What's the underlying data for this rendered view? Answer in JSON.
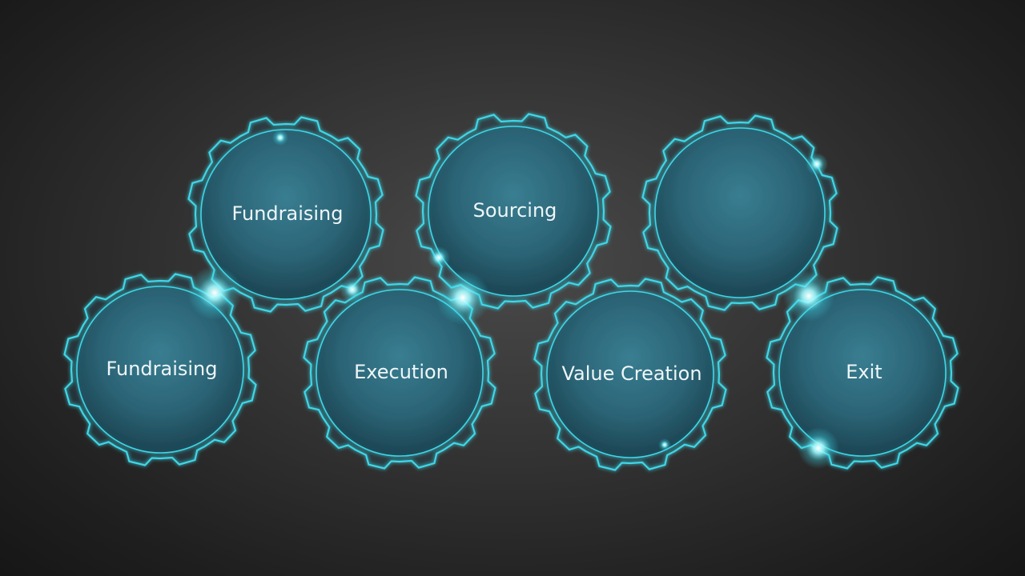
{
  "diagram": {
    "gears": [
      {
        "id": "gear-fundraising-top",
        "label": "Fundraising"
      },
      {
        "id": "gear-sourcing",
        "label": "Sourcing"
      },
      {
        "id": "gear-blank",
        "label": ""
      },
      {
        "id": "gear-fundraising-bottom",
        "label": "Fundraising"
      },
      {
        "id": "gear-execution",
        "label": "Execution"
      },
      {
        "id": "gear-value-creation",
        "label": "Value Creation"
      },
      {
        "id": "gear-exit",
        "label": "Exit"
      }
    ],
    "colors": {
      "gear_outline": "#3fd6e6",
      "gear_fill": "#2a6476",
      "glow": "#7ff6ff",
      "label": "#eef6f8"
    }
  }
}
